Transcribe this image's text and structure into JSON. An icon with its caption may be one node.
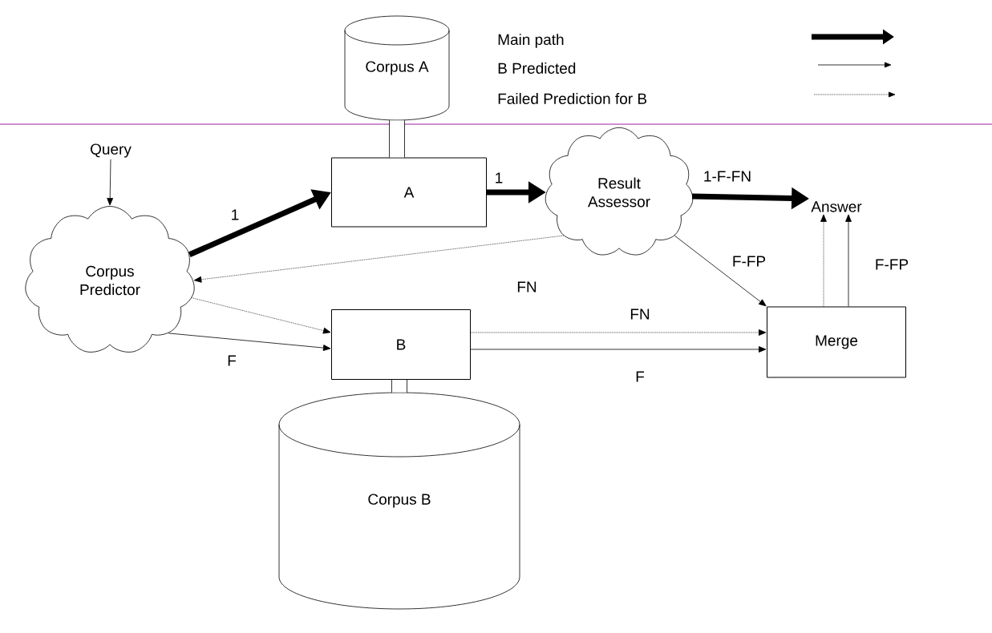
{
  "diagram": {
    "nodes": [
      {
        "text": [
          "Corpus A"
        ]
      },
      {
        "text": [
          "Query"
        ]
      },
      {
        "text": [
          "A"
        ]
      },
      {
        "text": [
          "Result Assessor"
        ]
      },
      {
        "text": [
          "Answer"
        ]
      },
      {
        "text": [
          "Corpus Predictor"
        ]
      },
      {
        "text": [
          "B"
        ]
      },
      {
        "text": [
          "Merge"
        ]
      },
      {
        "text": [
          "Corpus B"
        ]
      }
    ],
    "edges": [
      {
        "from": 0,
        "to": 2,
        "arrow": "none",
        "style": "thick"
      },
      {
        "from": 8,
        "to": 6,
        "arrow": "none",
        "style": "thick"
      },
      {
        "from": 1,
        "to": 5,
        "arrow": "to"
      },
      {
        "from": 5,
        "to": 2,
        "arrow": "to",
        "style": "thick",
        "label": "1"
      },
      {
        "from": 2,
        "to": 3,
        "arrow": "to",
        "style": "thick",
        "label": "1"
      },
      {
        "from": 3,
        "to": 4,
        "arrow": "to",
        "style": "thick",
        "label": "1-F-FN"
      },
      {
        "from": 3,
        "to": 5,
        "arrow": "to",
        "style": "dashed",
        "label": "FN"
      },
      {
        "from": 5,
        "to": 6,
        "arrow": "to",
        "style": "dashed"
      },
      {
        "from": 5,
        "to": 6,
        "arrow": "to",
        "label": "F"
      },
      {
        "from": 6,
        "to": 7,
        "arrow": "to",
        "style": "dashed",
        "label": "FN"
      },
      {
        "from": 6,
        "to": 7,
        "arrow": "to",
        "label": "F"
      },
      {
        "from": 3,
        "to": 7,
        "arrow": "to",
        "label": "F-FP"
      },
      {
        "from": 7,
        "to": 4,
        "arrow": "to",
        "style": "dashed"
      },
      {
        "from": 7,
        "to": 4,
        "arrow": "to",
        "label": "F-FP"
      }
    ],
    "legend": [
      {
        "text": "Main path"
      },
      {
        "text": "B Predicted"
      },
      {
        "text": "Failed Prediction for B"
      }
    ]
  }
}
